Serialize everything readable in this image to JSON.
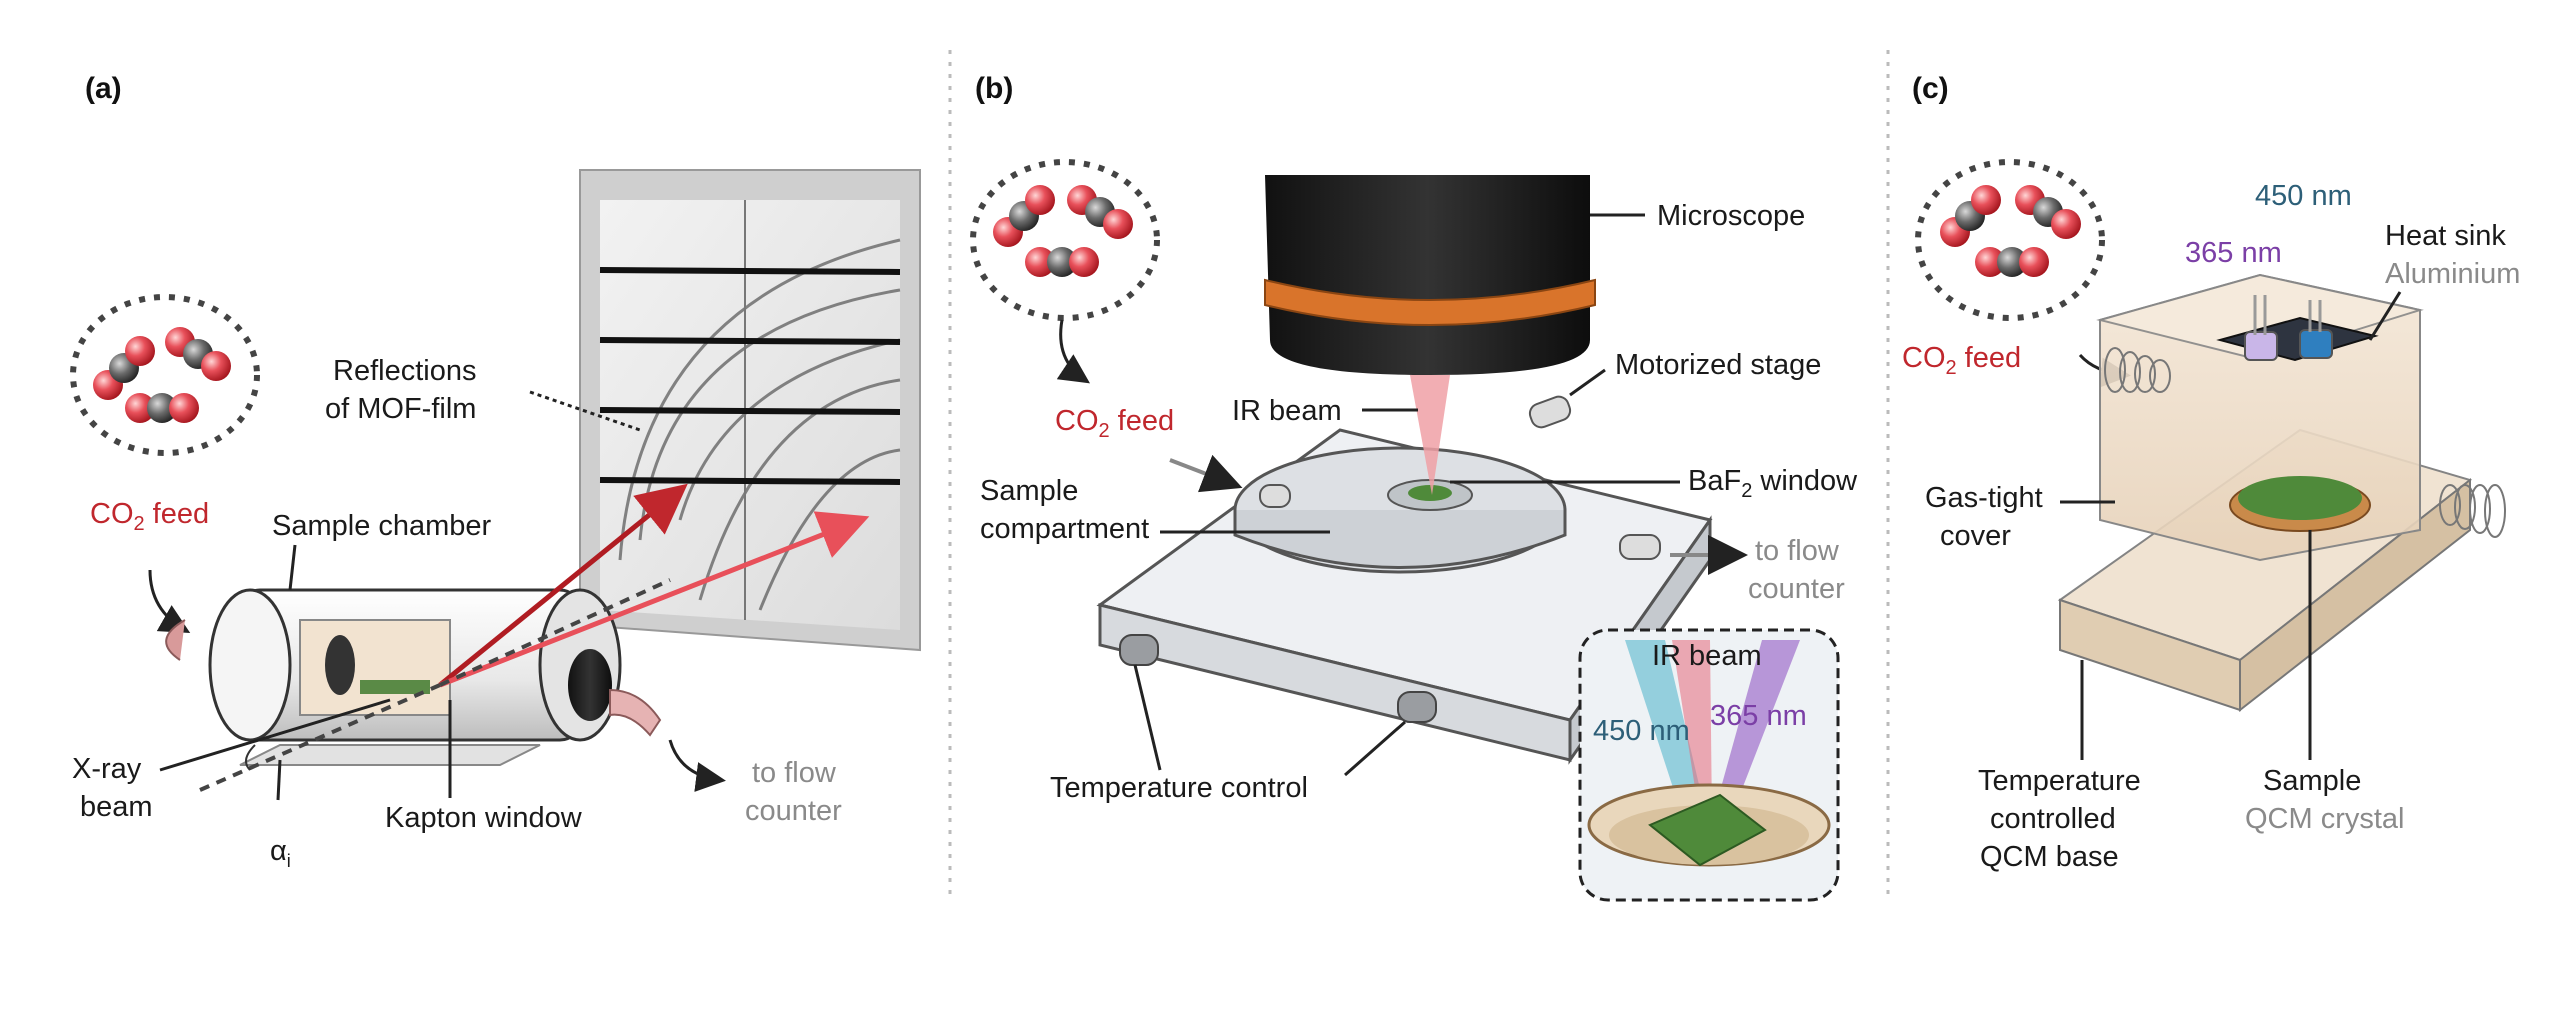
{
  "panels": {
    "a": {
      "panel_label": "(a)",
      "reflections_line1": "Reflections",
      "reflections_line2": "of MOF-film",
      "co2_prefix": "CO",
      "co2_sub": "2",
      "co2_suffix": " feed",
      "sample_chamber": "Sample chamber",
      "xray_line1": "X-ray",
      "xray_line2": "beam",
      "kapton": "Kapton window",
      "alpha_main": "α",
      "alpha_sub": "i",
      "flow_line1": "to flow",
      "flow_line2": "counter"
    },
    "b": {
      "panel_label": "(b)",
      "microscope": "Microscope",
      "motorized_stage": "Motorized stage",
      "co2_prefix": "CO",
      "co2_sub": "2",
      "co2_suffix": " feed",
      "ir_beam": "IR beam",
      "baf_prefix": "BaF",
      "baf_sub": "2",
      "baf_suffix": " window",
      "sample_compartment_line1": "Sample",
      "sample_compartment_line2": "compartment",
      "flow_line1": "to flow",
      "flow_line2": "counter",
      "temperature_control": "Temperature control",
      "inset_ir_beam": "IR beam",
      "inset_450": "450 nm",
      "inset_365": "365 nm"
    },
    "c": {
      "panel_label": "(c)",
      "nm450": "450 nm",
      "nm365": "365 nm",
      "heat_sink": "Heat sink",
      "aluminium": "Aluminium",
      "co2_prefix": "CO",
      "co2_sub": "2",
      "co2_suffix": " feed",
      "gas_tight_line1": "Gas-tight",
      "gas_tight_line2": "cover",
      "temp_base_line1": "Temperature",
      "temp_base_line2": "controlled",
      "temp_base_line3": "QCM base",
      "sample": "Sample",
      "qcm_crystal": "QCM crystal"
    }
  },
  "colors": {
    "co2_red": "#c0272d",
    "label_gray": "#8a8a8a",
    "nm450_teal": "#2d5f78",
    "nm365_purple": "#7b3fa6",
    "orange_band": "#d9742b",
    "mof_green": "#4f8a3a"
  }
}
